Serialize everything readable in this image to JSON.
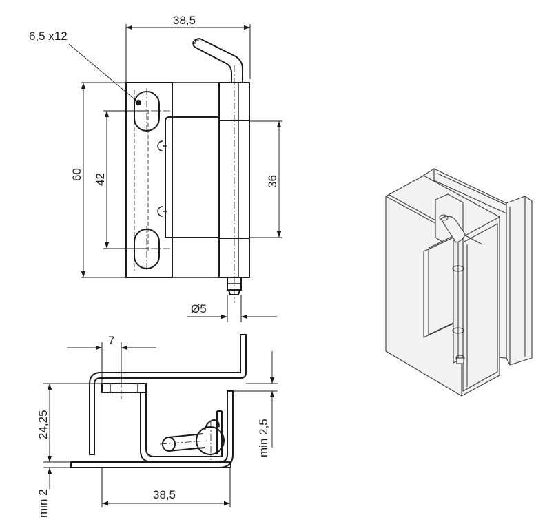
{
  "dimensions": {
    "slot": "6,5 x12",
    "width_top": "38,5",
    "height_total": "60",
    "slot_spacing": "42",
    "leaf_height": "36",
    "pin_diameter": "Ø5",
    "offset": "7",
    "depth": "24,25",
    "clearance_right": "min 2,5",
    "width_bottom": "38,5",
    "clearance_bottom": "min 2"
  }
}
